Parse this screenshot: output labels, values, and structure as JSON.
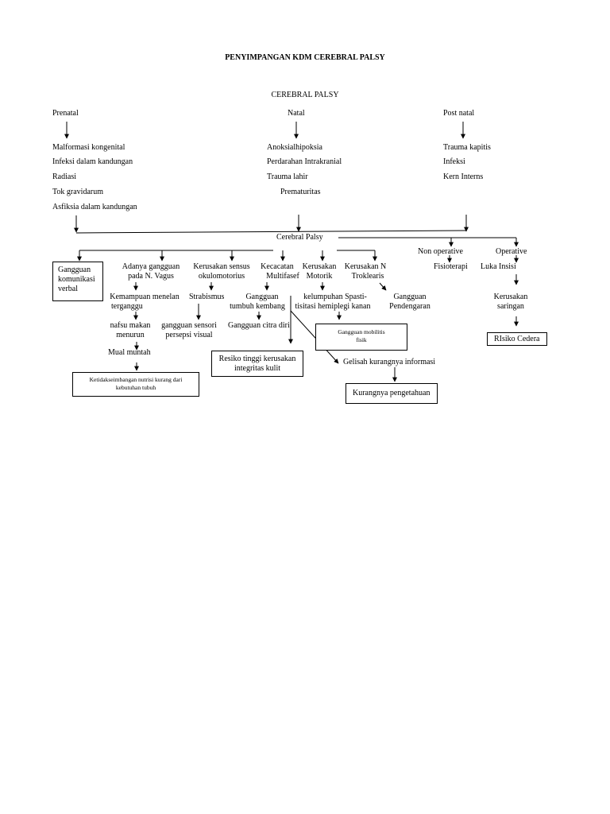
{
  "title": "PENYIMPANGAN KDM CEREBRAL PALSY",
  "root": "CEREBRAL PALSY",
  "phases": {
    "prenatal": {
      "label": "Prenatal",
      "items": [
        "Malformasi kongenital",
        "Infeksi dalam kandungan",
        "Radiasi",
        "Tok gravidarum",
        "Asfiksia dalam kandungan"
      ]
    },
    "natal": {
      "label": "Natal",
      "items": [
        "Anoksialhipoksia",
        "Perdarahan Intrakranial",
        "Trauma lahir",
        "Prematuritas"
      ]
    },
    "postnatal": {
      "label": "Post natal",
      "items": [
        "Trauma kapitis",
        "Infeksi",
        "Kern Interns"
      ]
    }
  },
  "hub": "Cerebral Palsy",
  "treatment": {
    "non_operative": "Non operative",
    "fisioterapi": "Fisioterapi",
    "operative": "Operative",
    "luka_insisi": "Luka Insisi",
    "kerusakan_saringan": [
      "Kerusakan",
      "saringan"
    ],
    "risiko_cedera": "RIsiko Cedera"
  },
  "branches": {
    "komunikasi": [
      "Gangguan",
      "komunikasi",
      "verbal"
    ],
    "vagus": [
      "Adanya gangguan",
      "pada N. Vagus"
    ],
    "menelan": [
      "Kemampuan menelan",
      "terganggu"
    ],
    "nafsu": [
      "nafsu makan",
      "menurun"
    ],
    "mual": "Mual muntah",
    "nutrisi": [
      "Ketidakseimbangan nutrisi kurang dari",
      "kebutuhan tubuh"
    ],
    "sensus": [
      "Kerusakan sensus",
      "okulomotorius"
    ],
    "strabismus": "Strabismus",
    "sensori": [
      "gangguan sensori",
      "persepsi visual"
    ],
    "kecacatan": [
      "Kecacatan",
      "Multifasef"
    ],
    "tumbuh": [
      "Gangguan",
      "tumbuh kembang"
    ],
    "citra": "Gangguan citra diri",
    "kulit": [
      "Resiko tinggi kerusakan",
      "integritas kulit"
    ],
    "motorik": [
      "Kerusakan",
      "Motorik"
    ],
    "kelumpuhan": [
      "kelumpuhan Spasti-",
      "tisitasi  hemiplegi kanan"
    ],
    "mobilitas": [
      "Gangguan mobilitis",
      "fisik"
    ],
    "troklearis": [
      "Kerusakan N",
      "Troklearis"
    ],
    "pendengaran": [
      "Gangguan",
      "Pendengaran"
    ],
    "gelisah": "Gelisah kurangnya informasi",
    "pengetahuan": "Kurangnya pengetahuan"
  }
}
